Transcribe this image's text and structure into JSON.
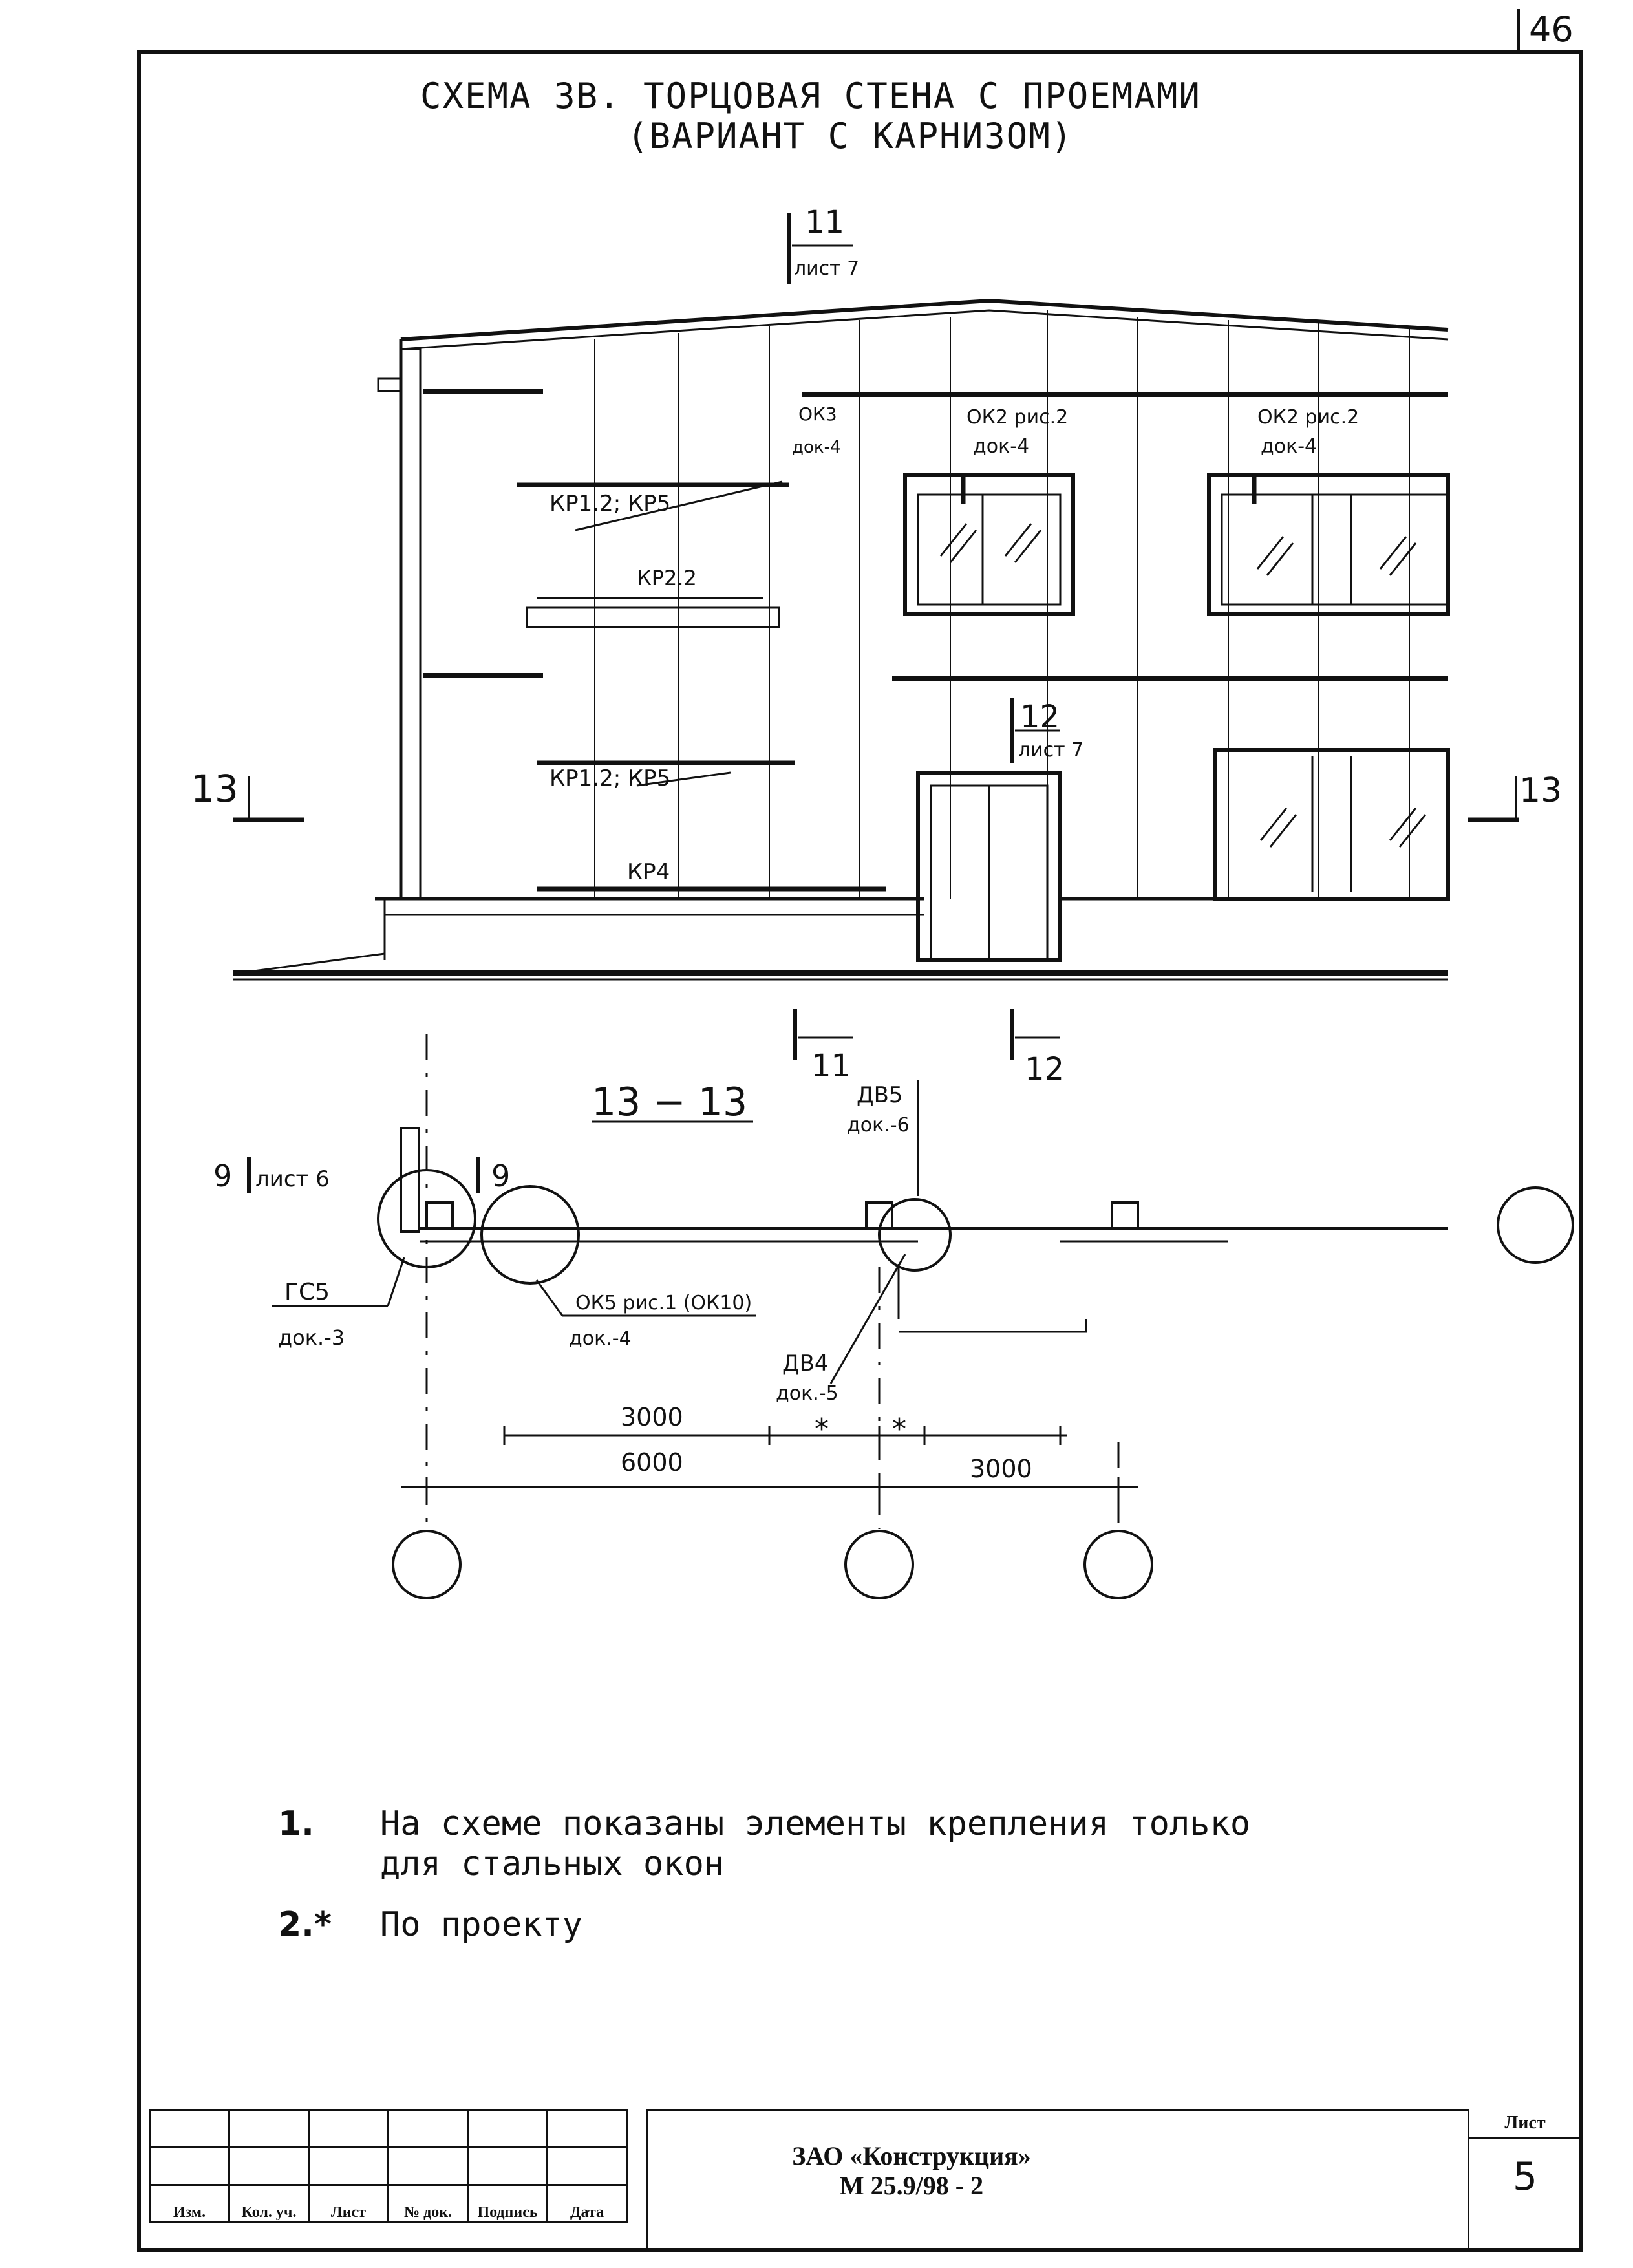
{
  "page_number": "46",
  "title": {
    "line1": "СХЕМА 3В. ТОРЦОВАЯ СТЕНА С ПРОЕМАМИ",
    "line2": "(ВАРИАНТ С КАРНИЗОМ)"
  },
  "elevation": {
    "section_11": {
      "num": "11",
      "sheet": "лист 7"
    },
    "section_12": {
      "num": "12",
      "sheet": "лист 7"
    },
    "ok3": {
      "top": "ОК3",
      "bottom": "док-4"
    },
    "ok2_left": {
      "top": "ОК2 рис.2",
      "bottom": "док-4"
    },
    "ok2_right": {
      "top": "ОК2 рис.2",
      "bottom": "док-4"
    },
    "kp_upper": "КР1.2; КР5",
    "kp22": "КР2.2",
    "kp_lower": "КР1.2; КР5",
    "kp4": "КР4",
    "cut_13_left": "13",
    "cut_13_right": "13",
    "cut_11_bottom": "11",
    "cut_12_bottom": "12"
  },
  "plan": {
    "section_title": "13 − 13",
    "db5": {
      "top": "ДВ5",
      "bottom": "док.-6"
    },
    "section_9_left": {
      "num": "9",
      "sheet": "лист 6"
    },
    "section_9_right": "9",
    "gs5": {
      "top": "ГС5",
      "bottom": "док.-3"
    },
    "ok5": {
      "top": "ОК5 рис.1 (ОК10)",
      "bottom": "док.-4"
    },
    "db4": {
      "top": "ДВ4",
      "bottom": "док.-5"
    },
    "dim_3000_left": "3000",
    "dim_star_1": "*",
    "dim_star_2": "*",
    "dim_6000": "6000",
    "dim_3000_right": "3000"
  },
  "notes": [
    {
      "num": "1.",
      "text": "На схеме показаны элементы крепления только\nдля стальных окон"
    },
    {
      "num": "2.*",
      "text": "По проекту"
    }
  ],
  "stamp": {
    "columns": [
      "Изм.",
      "Кол. уч.",
      "Лист",
      "№ док.",
      "Подпись",
      "Дата"
    ],
    "company": "ЗАО «Конструкция»",
    "doc_code": "М 25.9/98 - 2",
    "sheet_label": "Лист",
    "sheet_number": "5"
  }
}
